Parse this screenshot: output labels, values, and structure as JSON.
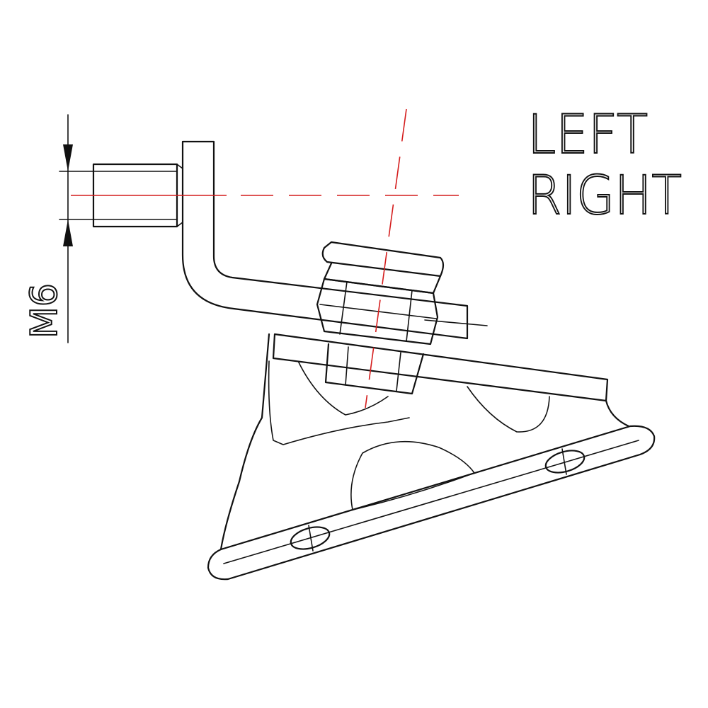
{
  "labels": {
    "line1": "LEFT",
    "line2": "RIGHT"
  },
  "dimension": {
    "thread": "M6"
  },
  "colors": {
    "outline": "#111111",
    "centerline": "#d41c1c",
    "background": "#ffffff"
  }
}
